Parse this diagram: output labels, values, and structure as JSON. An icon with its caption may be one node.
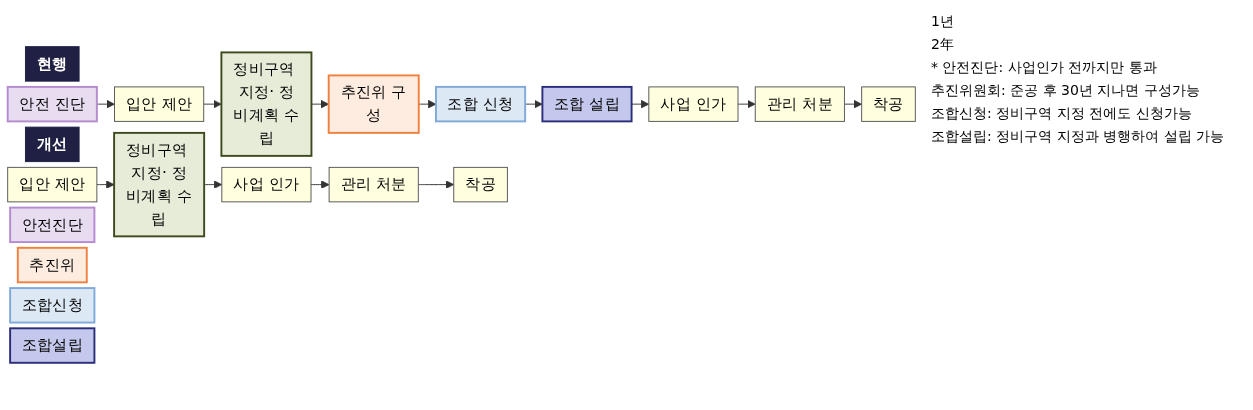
{
  "diagram": {
    "nodes": [
      {
        "text": [
          "현행"
        ]
      },
      {
        "text": [
          "안전 진단"
        ]
      },
      {
        "text": [
          "입안 제안"
        ]
      },
      {
        "text": [
          "정비구역 지정· 정비계획 수립"
        ]
      },
      {
        "text": [
          "추진위 구성"
        ]
      },
      {
        "text": [
          "조합 신청"
        ]
      },
      {
        "text": [
          "조합 설립"
        ]
      },
      {
        "text": [
          "사업 인가"
        ]
      },
      {
        "text": [
          "관리 처분"
        ]
      },
      {
        "text": [
          "착공"
        ]
      },
      {
        "text": [
          "개선"
        ]
      },
      {
        "text": [
          "입안 제안"
        ]
      },
      {
        "text": [
          "정비구역 지정· 정비계획 수립"
        ]
      },
      {
        "text": [
          "사업 인가"
        ]
      },
      {
        "text": [
          "관리 처분"
        ]
      },
      {
        "text": [
          "착공"
        ]
      },
      {
        "text": [
          "안전진단"
        ]
      },
      {
        "text": [
          "추진위"
        ]
      },
      {
        "text": [
          "조합신청"
        ]
      },
      {
        "text": [
          "조합설립"
        ]
      }
    ],
    "edges": [
      {
        "from": 1,
        "to": 2,
        "arrow": "to"
      },
      {
        "from": 2,
        "to": 3,
        "arrow": "to"
      },
      {
        "from": 3,
        "to": 4,
        "arrow": "to"
      },
      {
        "from": 4,
        "to": 5,
        "arrow": "to"
      },
      {
        "from": 5,
        "to": 6,
        "arrow": "to"
      },
      {
        "from": 6,
        "to": 7,
        "arrow": "to"
      },
      {
        "from": 7,
        "to": 8,
        "arrow": "to"
      },
      {
        "from": 8,
        "to": 9,
        "arrow": "to"
      },
      {
        "from": 11,
        "to": 12,
        "arrow": "to"
      },
      {
        "from": 12,
        "to": 13,
        "arrow": "to"
      },
      {
        "from": 13,
        "to": 14,
        "arrow": "to"
      },
      {
        "from": 14,
        "to": 15,
        "arrow": "to"
      }
    ],
    "labels": [
      "1년",
      "2年",
      "* 안전진단: 사업인가 전까지만 통과",
      "추진위원회: 준공 후 30년 지나면 구성가능",
      "조합신청: 정비구역 지정 전에도 신청가능",
      "조합설립: 정비구역 지정과 병행하여 설립 가능"
    ]
  }
}
